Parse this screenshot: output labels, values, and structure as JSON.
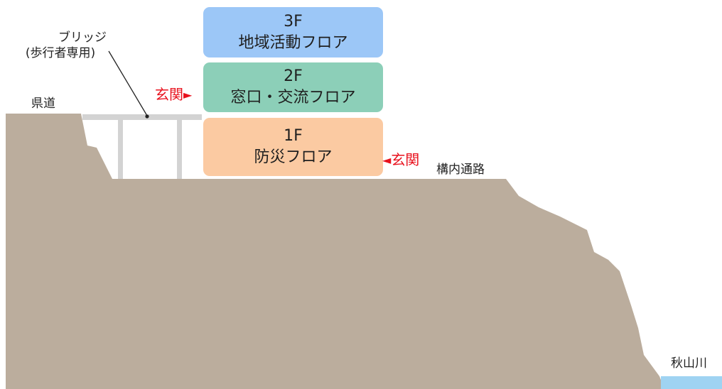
{
  "floors": [
    {
      "level": "3F",
      "name": "地域活動フロア",
      "color": "#9cc7f7"
    },
    {
      "level": "2F",
      "name": "窓口・交流フロア",
      "color": "#8ccfb8"
    },
    {
      "level": "1F",
      "name": "防災フロア",
      "color": "#fbcaa2"
    }
  ],
  "labels": {
    "bridge_line1": "ブリッジ",
    "bridge_line2": "(歩行者専用)",
    "prefectural_road": "県道",
    "internal_path": "構内通路",
    "river": "秋山川",
    "entrance": "玄関",
    "entrance_arrow_right": "►",
    "entrance_arrow_left": "◄"
  },
  "colors": {
    "ground": "#bbad9d",
    "bridge": "#d3d3d3",
    "river": "#9fd3f2",
    "entrance_text": "#e8111d"
  }
}
